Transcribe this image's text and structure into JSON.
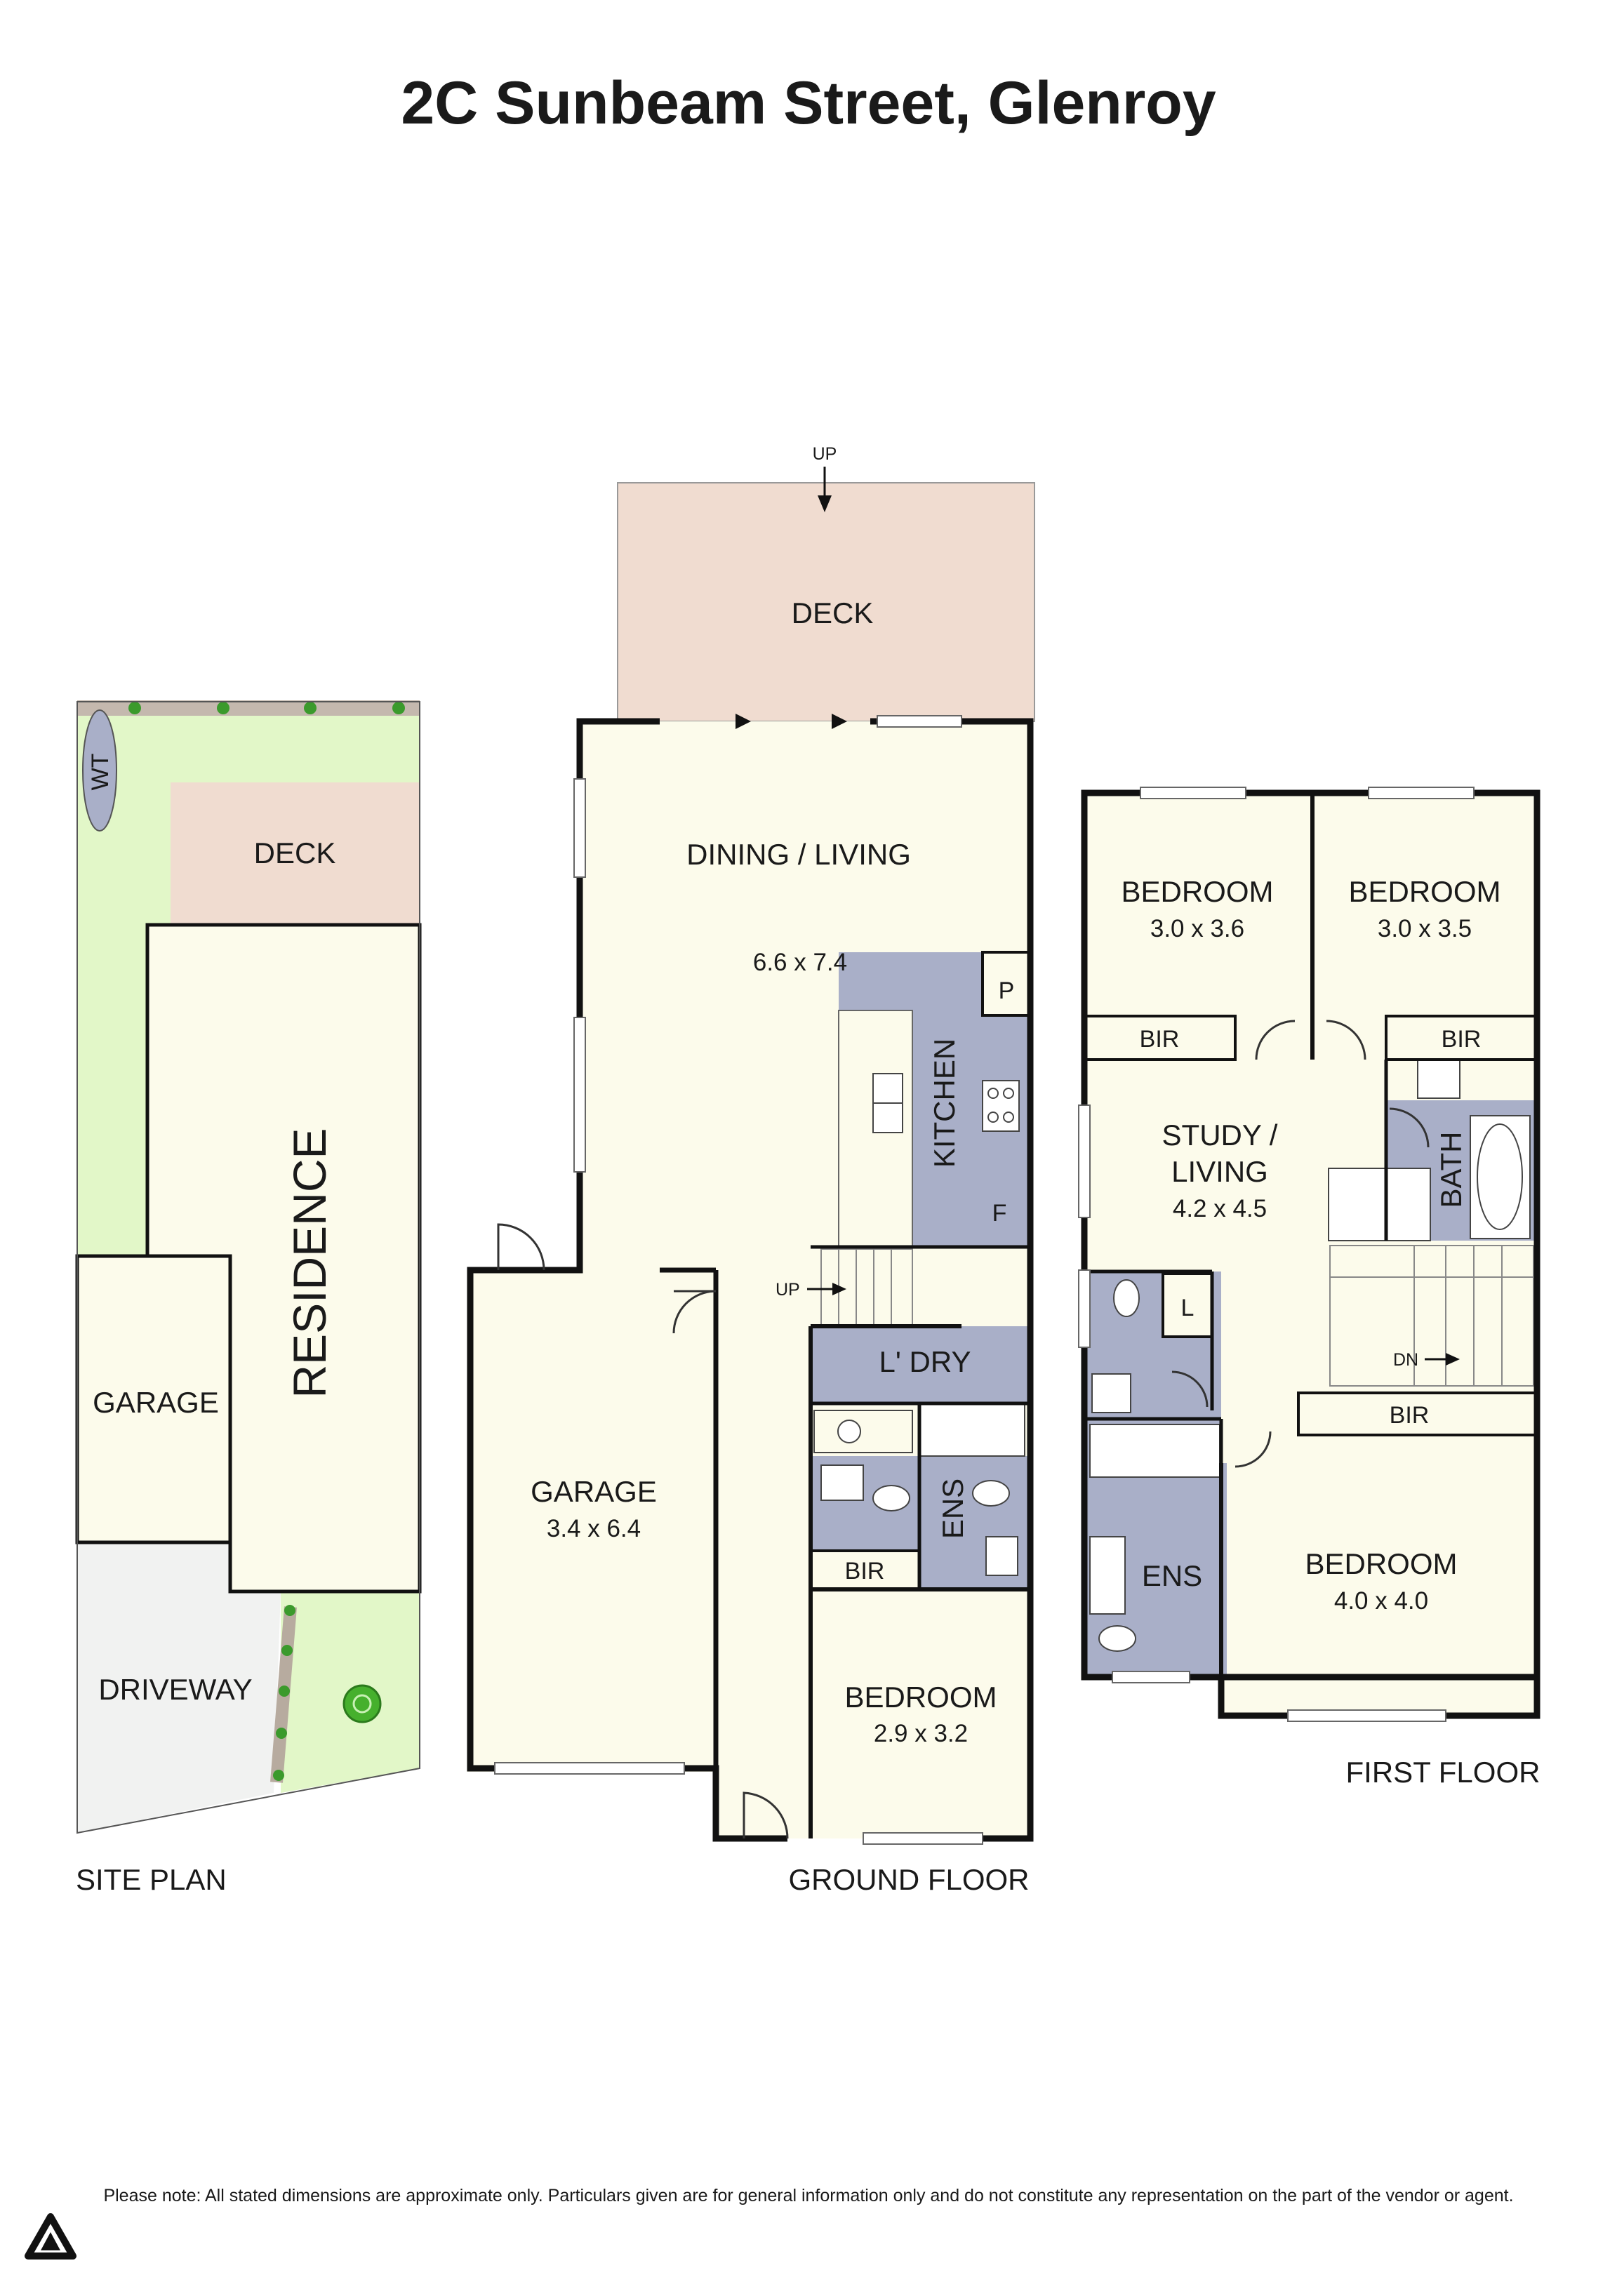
{
  "title": "2C Sunbeam Street, Glenroy",
  "colors": {
    "floor": "#fcfbeb",
    "wet_area": "#a9afc8",
    "deck": "#f0dcd0",
    "lawn": "#e2f7c8",
    "driveway": "#f1f2f1",
    "wall": "#111111",
    "fence": "#c4b8ae"
  },
  "site_plan": {
    "caption": "SITE PLAN",
    "labels": {
      "wt": "WT",
      "deck": "DECK",
      "residence": "RESIDENCE",
      "garage": "GARAGE",
      "driveway": "DRIVEWAY"
    }
  },
  "ground_floor": {
    "caption": "GROUND FLOOR",
    "up_top": "UP",
    "up_stairs": "UP",
    "deck": "DECK",
    "dining_living": {
      "name": "DINING / LIVING",
      "dims": "6.6 x 7.4"
    },
    "kitchen": "KITCHEN",
    "pantry": "P",
    "fridge": "F",
    "laundry": "L' DRY",
    "ensuite": "ENS",
    "bir": "BIR",
    "garage": {
      "name": "GARAGE",
      "dims": "3.4 x 6.4"
    },
    "bedroom": {
      "name": "BEDROOM",
      "dims": "2.9 x 3.2"
    }
  },
  "first_floor": {
    "caption": "FIRST FLOOR",
    "bedroom1": {
      "name": "BEDROOM",
      "dims": "3.0 x 3.6"
    },
    "bedroom2": {
      "name": "BEDROOM",
      "dims": "3.0 x 3.5"
    },
    "bir_left": "BIR",
    "bir_right": "BIR",
    "bir_lower": "BIR",
    "study": {
      "name_line1": "STUDY /",
      "name_line2": "LIVING",
      "dims": "4.2 x 4.5"
    },
    "bath": "BATH",
    "linen": "L",
    "down": "DN",
    "ensuite": "ENS",
    "bedroom3": {
      "name": "BEDROOM",
      "dims": "4.0 x 4.0"
    }
  },
  "disclaimer": "Please note: All stated dimensions are approximate only. Particulars given are for general information only and do not constitute any representation on the part of the vendor or agent."
}
